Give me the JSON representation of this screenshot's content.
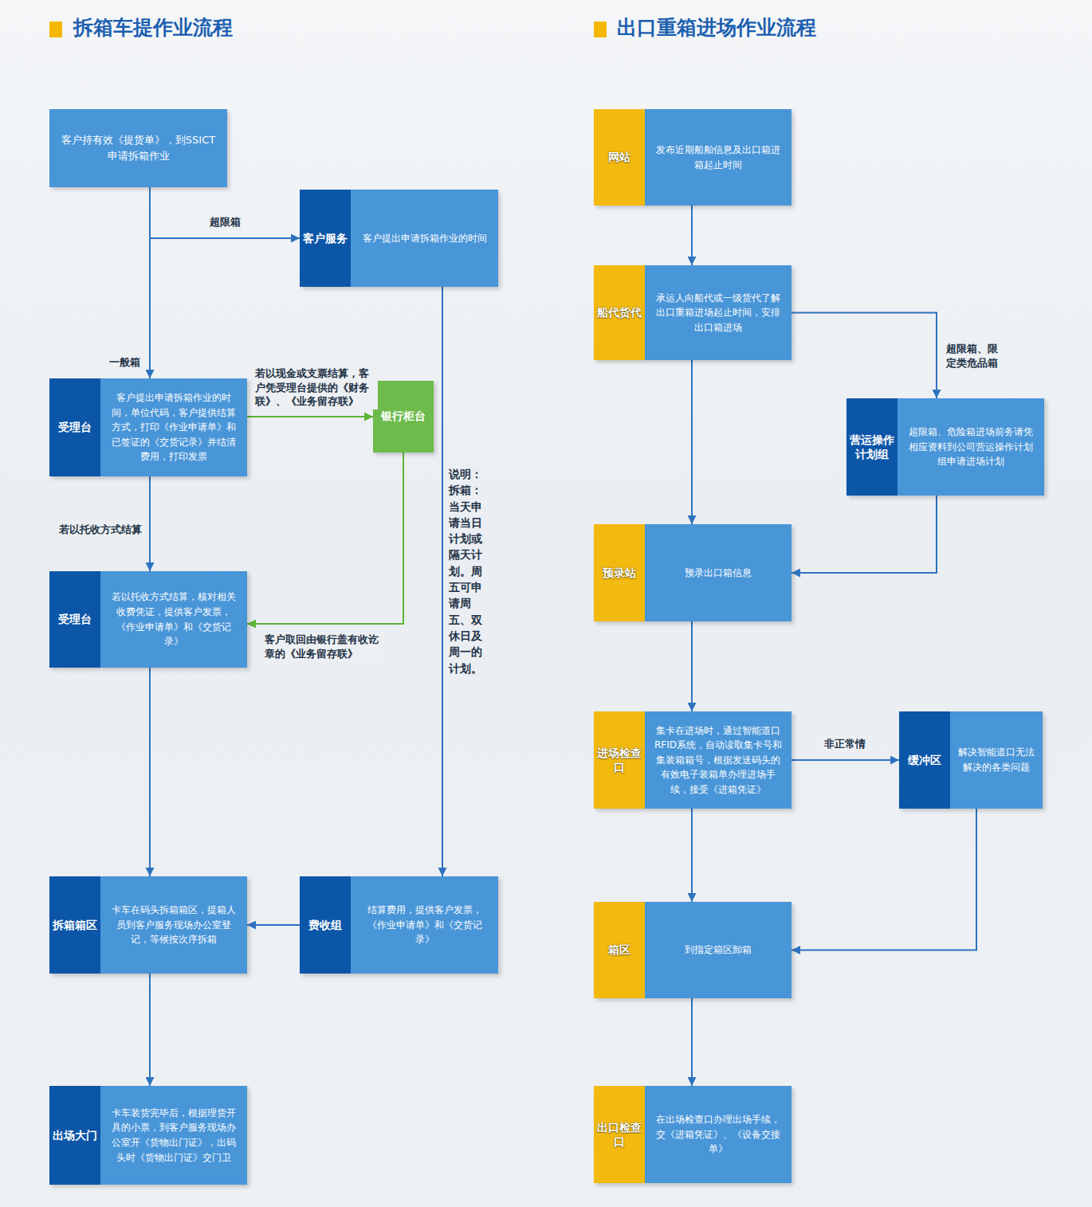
{
  "diagram": {
    "nodes": [
      {
        "text": [
          "客户持有效《提货单》，到SSICT申请拆箱作业"
        ]
      },
      {
        "text": [
          "客户服务",
          "客户提出申请拆箱作业的时间"
        ]
      },
      {
        "text": [
          "受理台",
          "客户提出申请拆箱作业的时间，单位代码，客户提供结算方式，打印《作业申请单》和已签证的《交货记录》并结清费用，打印发票"
        ]
      },
      {
        "text": [
          "银行柜台"
        ]
      },
      {
        "text": [
          "受理台",
          "若以托收方式结算，核对相关收费凭证，提供客户发票，《作业申请单》和《交货记录》"
        ]
      },
      {
        "text": [
          "费收组",
          "结算费用，提供客户发票，《作业申请单》和《交货记录》"
        ]
      },
      {
        "text": [
          "拆箱箱区",
          "卡车在码头拆箱箱区，提箱人员到客户服务现场办公室登记，等候按次序拆箱"
        ]
      },
      {
        "text": [
          "出场大门",
          "卡车装货完毕后，根据理货开具的小票，到客户服务现场办公室开《货物出门证》，出码头时《货物出门证》交门卫"
        ]
      },
      {
        "text": [
          "网站",
          "发布近期船舶信息及出口箱进箱起止时间"
        ]
      },
      {
        "text": [
          "船代货代",
          "承运人向船代或一级货代了解出口重箱进场起止时间，安排出口箱进场"
        ]
      },
      {
        "text": [
          "营运操作计划组",
          "超限箱、危险箱进场前务请凭相应资料到公司营运操作计划组申请进场计划"
        ]
      },
      {
        "text": [
          "预录站",
          "预录出口箱信息"
        ]
      },
      {
        "text": [
          "进场检查口",
          "集卡在进场时，通过智能道口RFID系统，自动读取集卡号和集装箱箱号，根据发送码头的有效电子装箱单办理进场手续，接受《进箱凭证》"
        ]
      },
      {
        "text": [
          "缓冲区",
          "解决智能道口无法解决的各类问题"
        ]
      },
      {
        "text": [
          "箱区",
          "到指定箱区卸箱"
        ]
      },
      {
        "text": [
          "出口检查口",
          "在出场检查口办理出场手续，交《进箱凭证》、《设备交接单》"
        ]
      }
    ],
    "edges": [
      {
        "from": 0,
        "to": 1,
        "arrow": "to",
        "label": "超限箱"
      },
      {
        "from": 0,
        "to": 2,
        "arrow": "to",
        "label": "一般箱"
      },
      {
        "from": 2,
        "to": 3,
        "arrow": "to",
        "label": "若以现金或支票结算，客户凭受理台提供的《财务联》、《业务留存联》"
      },
      {
        "from": 2,
        "to": 4,
        "arrow": "to",
        "label": "若以托收方式结算"
      },
      {
        "from": 3,
        "to": 4,
        "arrow": "to",
        "label": "客户取回由银行盖有收讫章的《业务留存联》"
      },
      {
        "from": 1,
        "to": 5,
        "arrow": "to"
      },
      {
        "from": 4,
        "to": 6,
        "arrow": "to"
      },
      {
        "from": 5,
        "to": 6,
        "arrow": "to"
      },
      {
        "from": 6,
        "to": 7,
        "arrow": "to"
      },
      {
        "from": 8,
        "to": 9,
        "arrow": "to"
      },
      {
        "from": 9,
        "to": 11,
        "arrow": "to"
      },
      {
        "from": 9,
        "to": 10,
        "arrow": "to",
        "label": "超限箱、限定类危品箱"
      },
      {
        "from": 10,
        "to": 11,
        "arrow": "to"
      },
      {
        "from": 11,
        "to": 12,
        "arrow": "to"
      },
      {
        "from": 12,
        "to": 13,
        "arrow": "to",
        "label": "非正常情"
      },
      {
        "from": 12,
        "to": 14,
        "arrow": "to"
      },
      {
        "from": 13,
        "to": 14,
        "arrow": "to"
      },
      {
        "from": 14,
        "to": 15,
        "arrow": "to"
      }
    ],
    "labels": [
      "拆箱车提作业流程",
      "出口重箱进场作业流程",
      "说明：拆箱：当天申请当日计划或隔天计划。周五可申请周五、双休日及周一的计划。"
    ]
  }
}
